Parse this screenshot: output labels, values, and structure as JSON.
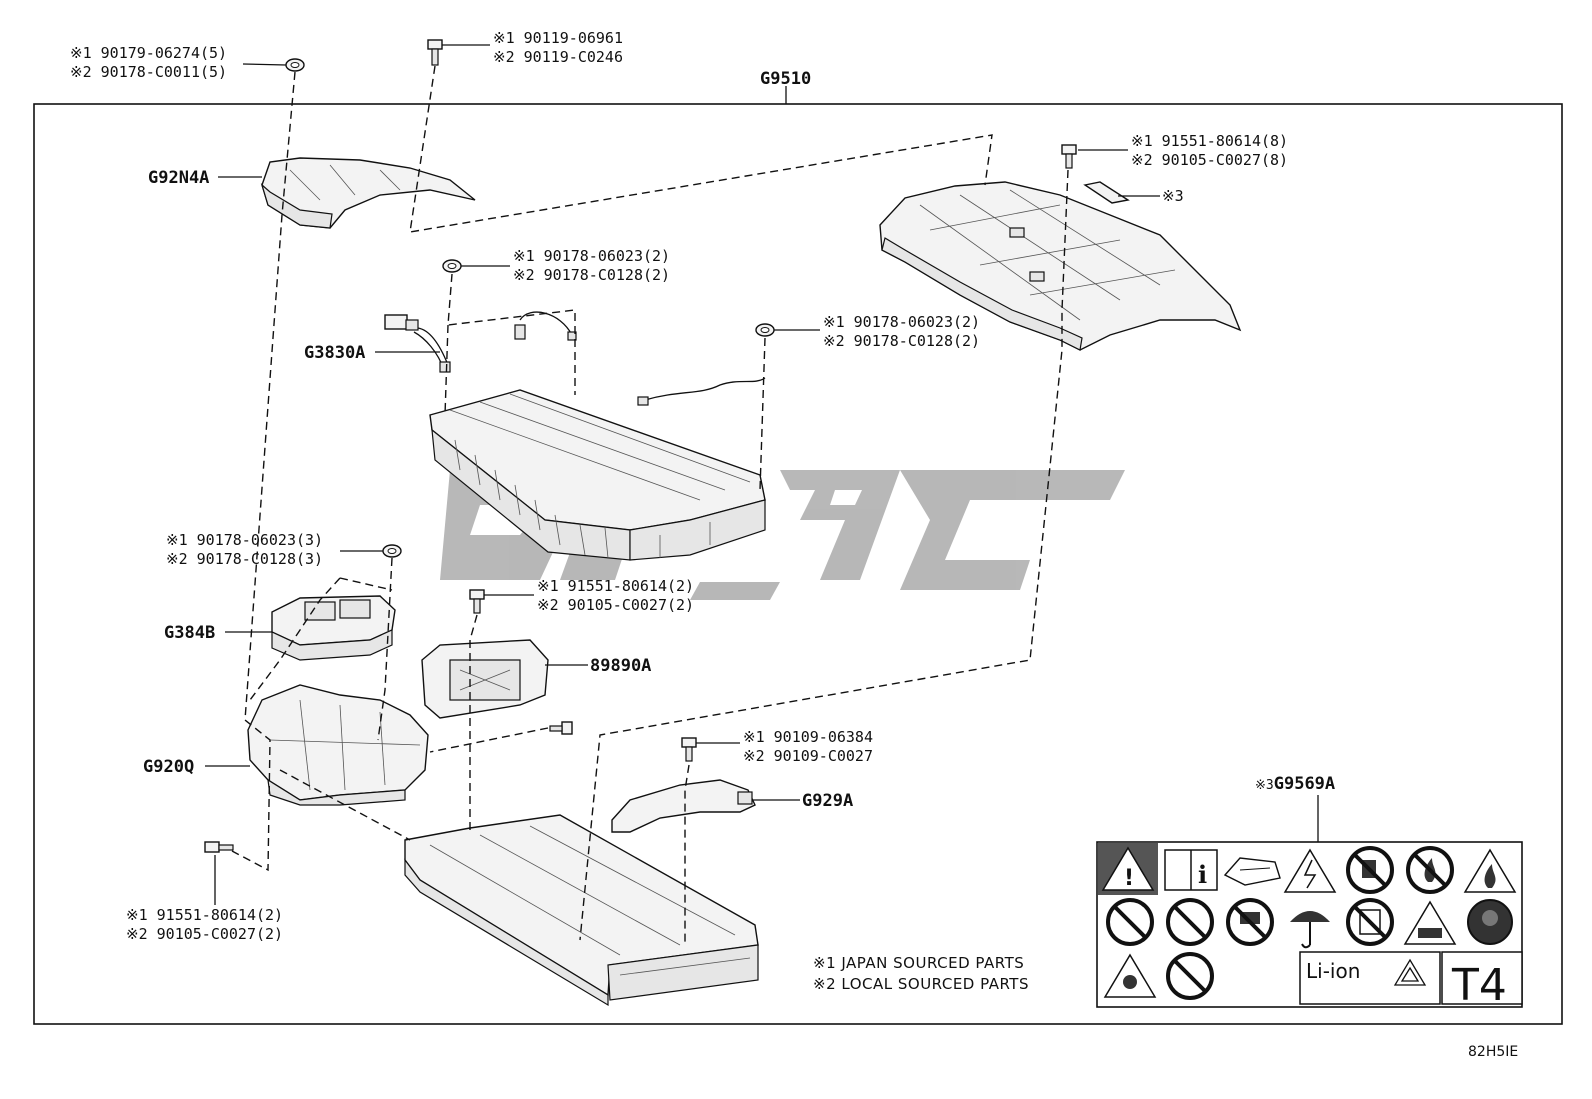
{
  "assembly": {
    "code": "G9510"
  },
  "parts": [
    {
      "id": "nut-top-left",
      "code1": "90179-06274(5)",
      "code2": "90178-C0011(5)"
    },
    {
      "id": "bolt-top",
      "code1": "90119-06961",
      "code2": "90119-C0246"
    },
    {
      "id": "bolt-cover",
      "code1": "91551-80614(8)",
      "code2": "90105-C0027(8)"
    },
    {
      "id": "nut-mid",
      "code1": "90178-06023(2)",
      "code2": "90178-C0128(2)"
    },
    {
      "id": "nut-right",
      "code1": "90178-06023(2)",
      "code2": "90178-C0128(2)"
    },
    {
      "id": "nut-block",
      "code1": "90178-06023(3)",
      "code2": "90178-C0128(3)"
    },
    {
      "id": "bolt-ecu",
      "code1": "91551-80614(2)",
      "code2": "90105-C0027(2)"
    },
    {
      "id": "bolt-bracket",
      "code1": "90109-06384",
      "code2": "90109-C0027"
    },
    {
      "id": "bolt-bottom-left",
      "code1": "91551-80614(2)",
      "code2": "90105-C0027(2)"
    }
  ],
  "components": {
    "g92n4a": "G92N4A",
    "g3830a": "G3830A",
    "g384b": "G384B",
    "g920q": "G920Q",
    "p89890a": "89890A",
    "g929a": "G929A",
    "g9569a": "G9569A"
  },
  "markers": {
    "m1": "※1",
    "m2": "※2",
    "m3": "※3"
  },
  "legend": {
    "line1": "※1 JAPAN SOURCED PARTS",
    "line2": "※2 LOCAL SOURCED PARTS"
  },
  "label_panel": {
    "li_ion": "Li-ion",
    "t4": "T4"
  },
  "diagram_id": "82H5IE"
}
